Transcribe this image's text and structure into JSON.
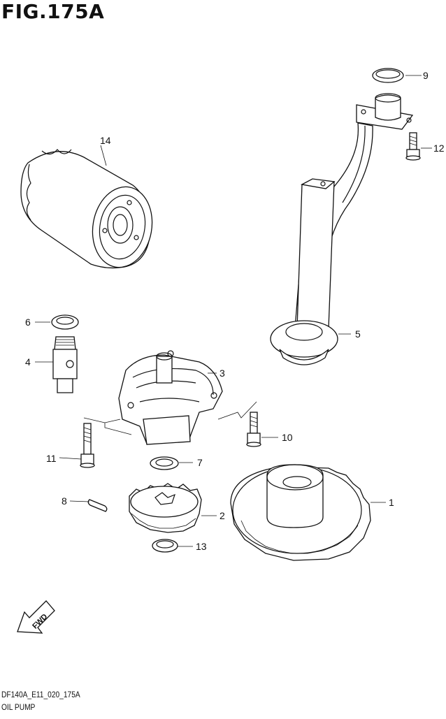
{
  "figure": {
    "title": "FIG.175A",
    "code": "DF140A_E11_020_175A",
    "name": "OIL PUMP"
  },
  "direction_arrow": {
    "label": "FWD",
    "icon": "forward-arrow-icon"
  },
  "callouts": {
    "c1": "1",
    "c2": "2",
    "c3": "3",
    "c4": "4",
    "c5": "5",
    "c6": "6",
    "c7": "7",
    "c8": "8",
    "c9": "9",
    "c10": "10",
    "c11": "11",
    "c12": "12",
    "c13": "13",
    "c14": "14"
  }
}
